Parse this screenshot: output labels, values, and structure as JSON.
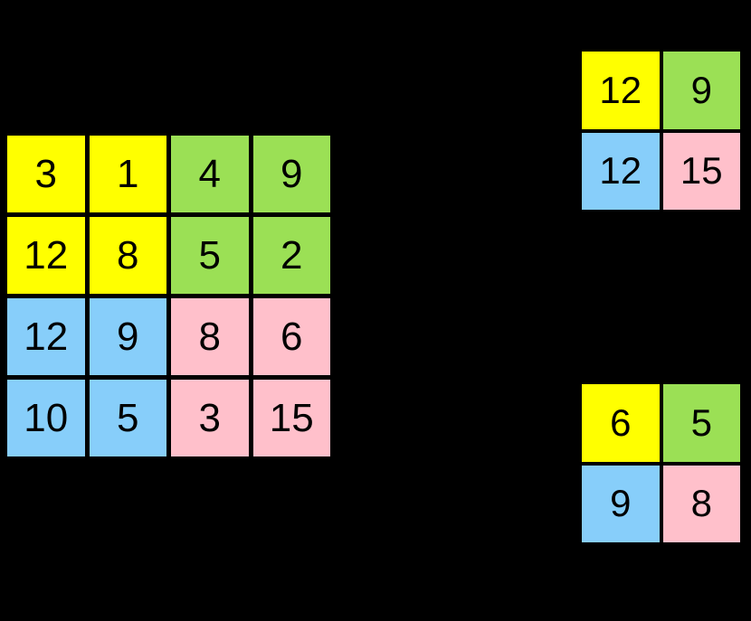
{
  "diagram": {
    "type": "pooling-illustration",
    "background_color": "#000000",
    "text_color": "#000000",
    "quadrant_colors": {
      "top_left": "#FFFF00",
      "top_right": "#9BE055",
      "bottom_left": "#87CEFA",
      "bottom_right": "#FFC0CB"
    }
  },
  "input_matrix": {
    "rows": 4,
    "cols": 4,
    "cells": [
      {
        "value": "3",
        "color_key": "q-yellow"
      },
      {
        "value": "1",
        "color_key": "q-yellow"
      },
      {
        "value": "4",
        "color_key": "q-green"
      },
      {
        "value": "9",
        "color_key": "q-green"
      },
      {
        "value": "12",
        "color_key": "q-yellow"
      },
      {
        "value": "8",
        "color_key": "q-yellow"
      },
      {
        "value": "5",
        "color_key": "q-green"
      },
      {
        "value": "2",
        "color_key": "q-green"
      },
      {
        "value": "12",
        "color_key": "q-blue"
      },
      {
        "value": "9",
        "color_key": "q-blue"
      },
      {
        "value": "8",
        "color_key": "q-pink"
      },
      {
        "value": "6",
        "color_key": "q-pink"
      },
      {
        "value": "10",
        "color_key": "q-blue"
      },
      {
        "value": "5",
        "color_key": "q-blue"
      },
      {
        "value": "3",
        "color_key": "q-pink"
      },
      {
        "value": "15",
        "color_key": "q-pink"
      }
    ]
  },
  "max_pool_output": {
    "rows": 2,
    "cols": 2,
    "cells": [
      {
        "value": "12",
        "color_key": "q-yellow"
      },
      {
        "value": "9",
        "color_key": "q-green"
      },
      {
        "value": "12",
        "color_key": "q-blue"
      },
      {
        "value": "15",
        "color_key": "q-pink"
      }
    ]
  },
  "average_pool_output": {
    "rows": 2,
    "cols": 2,
    "cells": [
      {
        "value": "6",
        "color_key": "q-yellow"
      },
      {
        "value": "5",
        "color_key": "q-green"
      },
      {
        "value": "9",
        "color_key": "q-blue"
      },
      {
        "value": "8",
        "color_key": "q-pink"
      }
    ]
  }
}
